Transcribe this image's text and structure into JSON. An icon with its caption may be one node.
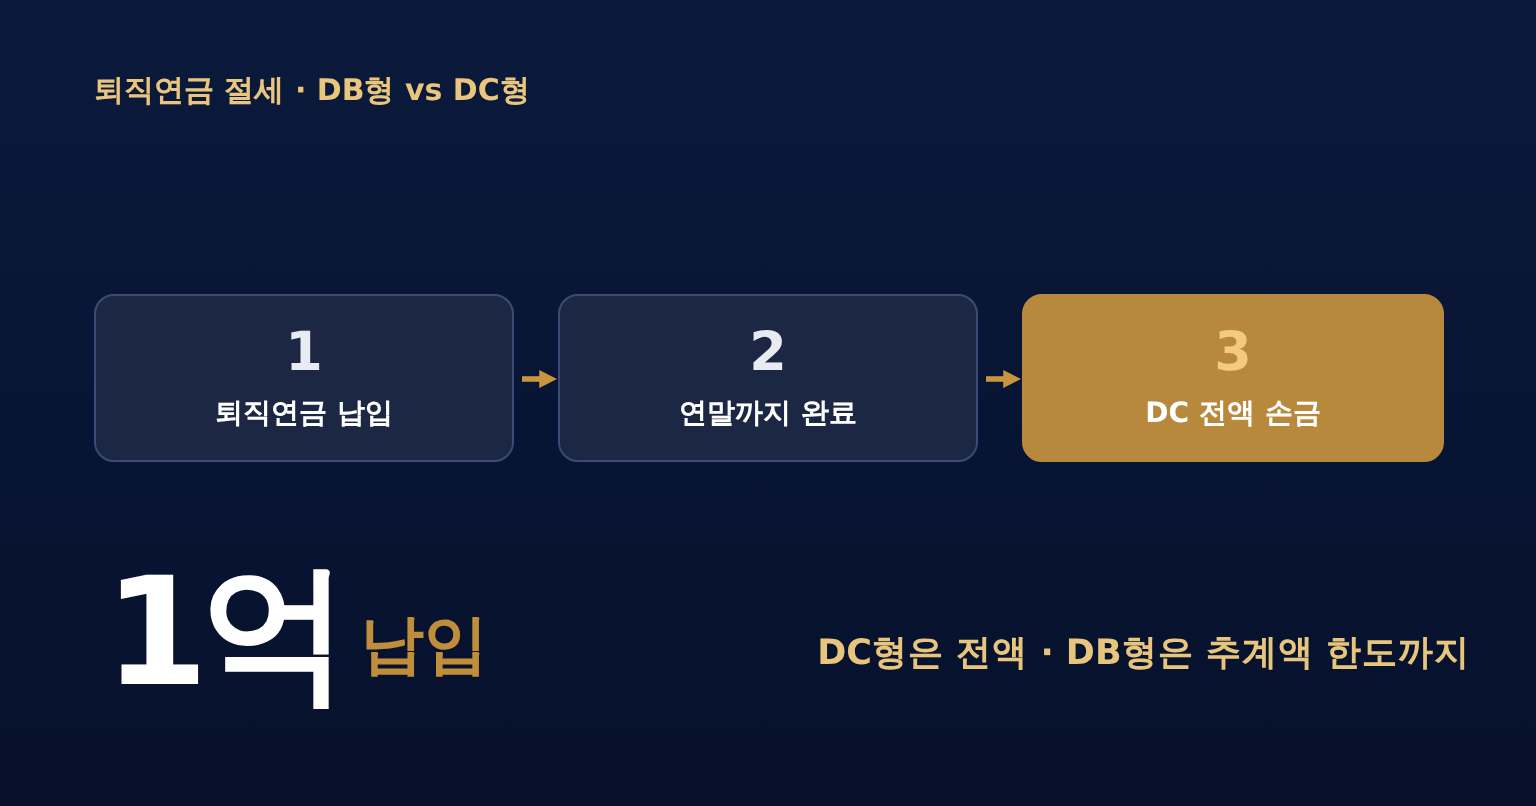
{
  "diagram": {
    "title": "퇴직연금 절세 · DB형 vs DC형",
    "nodes": [
      {
        "text": [
          "1",
          "퇴직연금 납입"
        ]
      },
      {
        "text": [
          "2",
          "연말까지 완료"
        ]
      },
      {
        "text": [
          "3",
          "DC 전액 손금"
        ]
      }
    ],
    "edges": [
      {
        "from": 0,
        "to": 1,
        "arrow": "to"
      },
      {
        "from": 1,
        "to": 2,
        "arrow": "to"
      }
    ],
    "labels": [
      "1억",
      "납입",
      "DC형은 전액 · DB형은 추계액 한도까지"
    ]
  }
}
